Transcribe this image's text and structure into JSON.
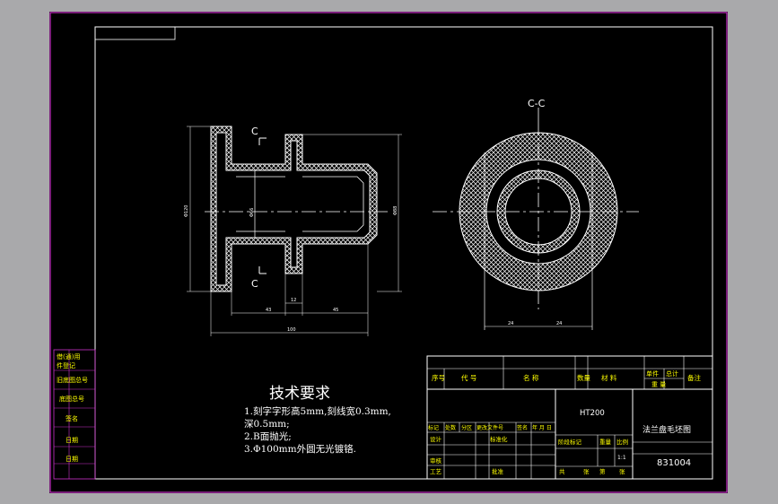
{
  "view": {
    "section_label": "C-C",
    "section_mark_upper": "C",
    "section_mark_lower": "C"
  },
  "dimensions": {
    "left_diameter": "Φ120",
    "inner_label": "Φ66",
    "right_diameter": "Φ88",
    "width_a": "43",
    "width_b": "12",
    "width_c": "45",
    "overall_length": "100",
    "half_a": "24",
    "half_b": "24"
  },
  "notes": {
    "title": "技术要求",
    "line1": "1.刻字字形高5mm,刻线宽0.3mm,",
    "line2": "深0.5mm;",
    "line3": "2.B面抛光;",
    "line4": "3.Φ100mm外圆无光镀铬."
  },
  "left_strip": {
    "l1": "借(通)用",
    "l2": "件登记",
    "l3": "旧底图总号",
    "l4": "底图总号",
    "l5": "签名",
    "l6": "日期",
    "l7": "日期"
  },
  "title_block": {
    "h_seq": "序号",
    "h_code": "代  号",
    "h_name": "名  称",
    "h_qty": "数量",
    "h_material": "材  料",
    "h_unit": "单件",
    "h_total": "总计",
    "h_weight": "重  量",
    "h_remark": "备注",
    "material": "HT200",
    "part_name": "法兰盘毛坯图",
    "drawing_no": "831004",
    "r_mark": "标记",
    "r_count": "处数",
    "r_zone": "分区",
    "r_doc": "更改文件号",
    "r_sign": "签名",
    "r_date": "年 月 日",
    "r_design": "设计",
    "r_std": "标准化",
    "r_check": "审核",
    "r_process": "工艺",
    "r_approve": "批准",
    "r_stage": "阶段标记",
    "r_wt": "重量",
    "r_scale": "比例",
    "r_scale_val": "1:1",
    "r_total": "共",
    "r_sheet": "张",
    "r_num": "第",
    "r_sheet2": "张"
  }
}
